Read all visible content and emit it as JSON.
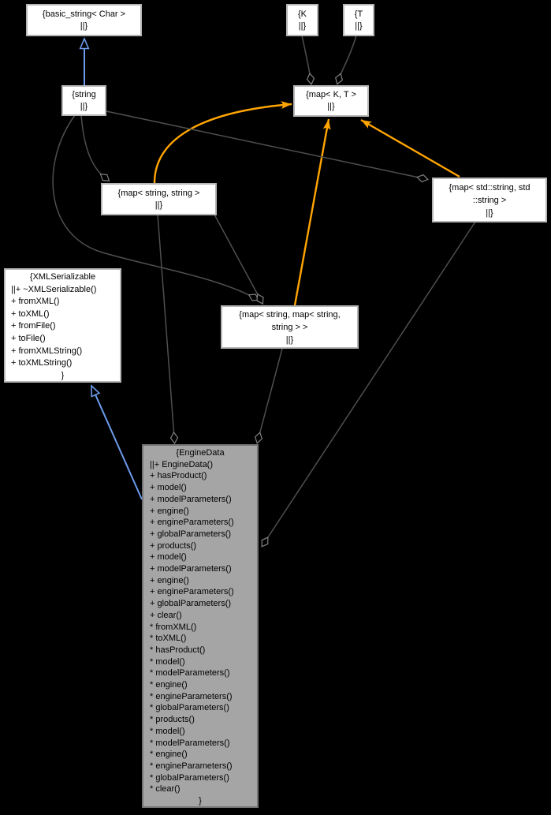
{
  "colors": {
    "background": "#000000",
    "node_fill": "#ffffff",
    "node_border": "#b6b6b6",
    "focus_fill": "#a5a5a5",
    "focus_border": "#737373",
    "text": "#000000",
    "aggregation_edge": "#4f4f4f",
    "diamond_outline": "#828282",
    "template_edge": "#ffa500",
    "inheritance_edge": "#6d9ced"
  },
  "nodes": {
    "basic_string": {
      "lines": [
        "{basic_string< Char >",
        "||}"
      ]
    },
    "k_param": {
      "lines": [
        "{K",
        "||}"
      ]
    },
    "t_param": {
      "lines": [
        "{T",
        "||}"
      ]
    },
    "string": {
      "lines": [
        "{string",
        "||}"
      ]
    },
    "map_k_t": {
      "lines": [
        "{map< K, T >",
        "||}"
      ]
    },
    "map_string_string": {
      "lines": [
        "{map< string, string >",
        "||}"
      ]
    },
    "map_std_string": {
      "lines": [
        "{map< std::string, std",
        "::string >",
        "||}"
      ]
    },
    "map_string_map": {
      "lines": [
        "{map< string, map< string,",
        "string > >",
        "||}"
      ]
    },
    "xml_serializable": {
      "title": "{XMLSerializable",
      "members": [
        "||+ ~XMLSerializable()",
        "+ fromXML()",
        "+ toXML()",
        "+ fromFile()",
        "+ toFile()",
        "+ fromXMLString()",
        "+ toXMLString()"
      ],
      "closing": "}"
    },
    "engine_data": {
      "title": "{EngineData",
      "members": [
        "||+ EngineData()",
        "+ hasProduct()",
        "+ model()",
        "+ modelParameters()",
        "+ engine()",
        "+ engineParameters()",
        "+ globalParameters()",
        "+ products()",
        "+ model()",
        "+ modelParameters()",
        "+ engine()",
        "+ engineParameters()",
        "+ globalParameters()",
        "+ clear()",
        "* fromXML()",
        "* toXML()",
        "* hasProduct()",
        "* model()",
        "* modelParameters()",
        "* engine()",
        "* engineParameters()",
        "* globalParameters()",
        "* products()",
        "* model()",
        "* modelParameters()",
        "* engine()",
        "* engineParameters()",
        "* globalParameters()",
        "* clear()"
      ],
      "closing": "}"
    }
  },
  "edges": [
    {
      "from": "string",
      "to": "basic_string",
      "kind": "inheritance"
    },
    {
      "from": "engine_data",
      "to": "xml_serializable",
      "kind": "inheritance"
    },
    {
      "from": "k_param",
      "to": "map_k_t",
      "kind": "aggregation"
    },
    {
      "from": "t_param",
      "to": "map_k_t",
      "kind": "aggregation"
    },
    {
      "from": "map_string_string",
      "to": "map_k_t",
      "kind": "template-instance"
    },
    {
      "from": "map_string_map",
      "to": "map_k_t",
      "kind": "template-instance"
    },
    {
      "from": "map_std_string",
      "to": "map_k_t",
      "kind": "template-instance"
    },
    {
      "from": "string",
      "to": "map_string_string",
      "kind": "aggregation"
    },
    {
      "from": "string",
      "to": "map_std_string",
      "kind": "aggregation"
    },
    {
      "from": "string",
      "to": "map_string_map",
      "kind": "aggregation"
    },
    {
      "from": "map_string_string",
      "to": "map_string_map",
      "kind": "aggregation"
    },
    {
      "from": "map_string_string",
      "to": "engine_data",
      "kind": "aggregation"
    },
    {
      "from": "map_string_map",
      "to": "engine_data",
      "kind": "aggregation"
    },
    {
      "from": "map_std_string",
      "to": "engine_data",
      "kind": "aggregation"
    }
  ]
}
